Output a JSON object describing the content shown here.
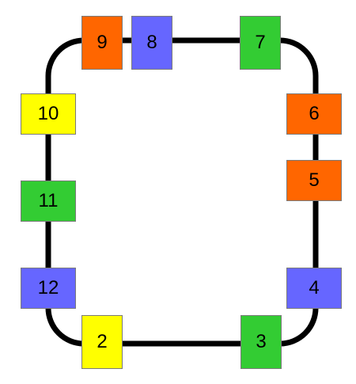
{
  "colors": {
    "orange": "#ff6600",
    "blue": "#6666ff",
    "green": "#33cc33",
    "yellow": "#ffff00",
    "track": "#000000"
  },
  "tiles": [
    {
      "number": "2",
      "color": "yellow"
    },
    {
      "number": "3",
      "color": "green"
    },
    {
      "number": "4",
      "color": "blue"
    },
    {
      "number": "5",
      "color": "orange"
    },
    {
      "number": "6",
      "color": "orange"
    },
    {
      "number": "7",
      "color": "green"
    },
    {
      "number": "8",
      "color": "blue"
    },
    {
      "number": "9",
      "color": "orange"
    },
    {
      "number": "10",
      "color": "yellow"
    },
    {
      "number": "11",
      "color": "green"
    },
    {
      "number": "12",
      "color": "blue"
    }
  ]
}
